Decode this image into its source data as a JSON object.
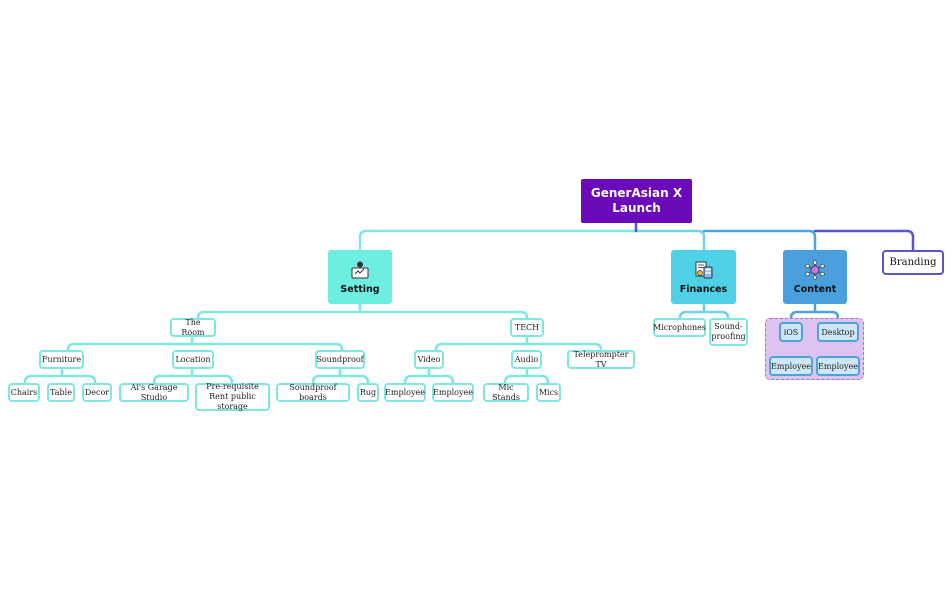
{
  "root": {
    "line1": "GenerAsian X",
    "line2": "Launch"
  },
  "branches": {
    "setting": {
      "label": "Setting",
      "icon": "presenter-icon",
      "color": "#6eeee0"
    },
    "finances": {
      "label": "Finances",
      "icon": "invoice-calculator-icon",
      "color": "#4ed0e6"
    },
    "content": {
      "label": "Content",
      "icon": "network-hub-icon",
      "color": "#4aa0dc"
    },
    "branding": {
      "label": "Branding"
    }
  },
  "setting": {
    "the_room": "The Room",
    "tech": "TECH",
    "furniture": "Furniture",
    "location": "Location",
    "soundproof": "Soundproof",
    "chairs": "Chairs",
    "table": "Table",
    "decor": "Decor",
    "garage_studio": "Ai's Garage Studio",
    "prereq_line1": "Pre-requisite",
    "prereq_line2": "Rent public storage",
    "soundproof_boards": "Soundproof boards",
    "rug": "Rug",
    "video": "Video",
    "audio": "Audio",
    "teleprompter": "Teleprompter TV",
    "video_employee_1": "Employee",
    "video_employee_2": "Employee",
    "mic_stands": "Mic Stands",
    "mics": "Mics"
  },
  "finances": {
    "microphones": "Microphones",
    "soundproofing_line1": "Sound-",
    "soundproofing_line2": "proofing"
  },
  "content": {
    "ios": "iOS",
    "desktop": "Desktop",
    "ios_employee": "Employee",
    "desktop_employee": "Employee"
  },
  "colors": {
    "root": "#6a0aba",
    "setting_lines": "#7ee8df",
    "finance_lines": "#6fd3e3",
    "content_lines": "#4fa3dd",
    "branding_line": "#5a55c8",
    "group_fill": "#dcc3f0",
    "group_border": "#b06ad0"
  }
}
